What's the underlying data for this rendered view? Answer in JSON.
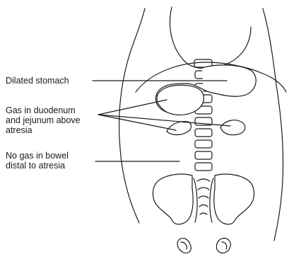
{
  "labels": {
    "stomach": [
      "Dilated stomach"
    ],
    "duodenum": [
      "Gas in duodenum",
      "and jejunum above",
      "atresia"
    ],
    "distal": [
      "No gas in bowel",
      "distal to atresia"
    ]
  },
  "colors": {
    "line": "#1a1a1a",
    "background": "#ffffff"
  }
}
